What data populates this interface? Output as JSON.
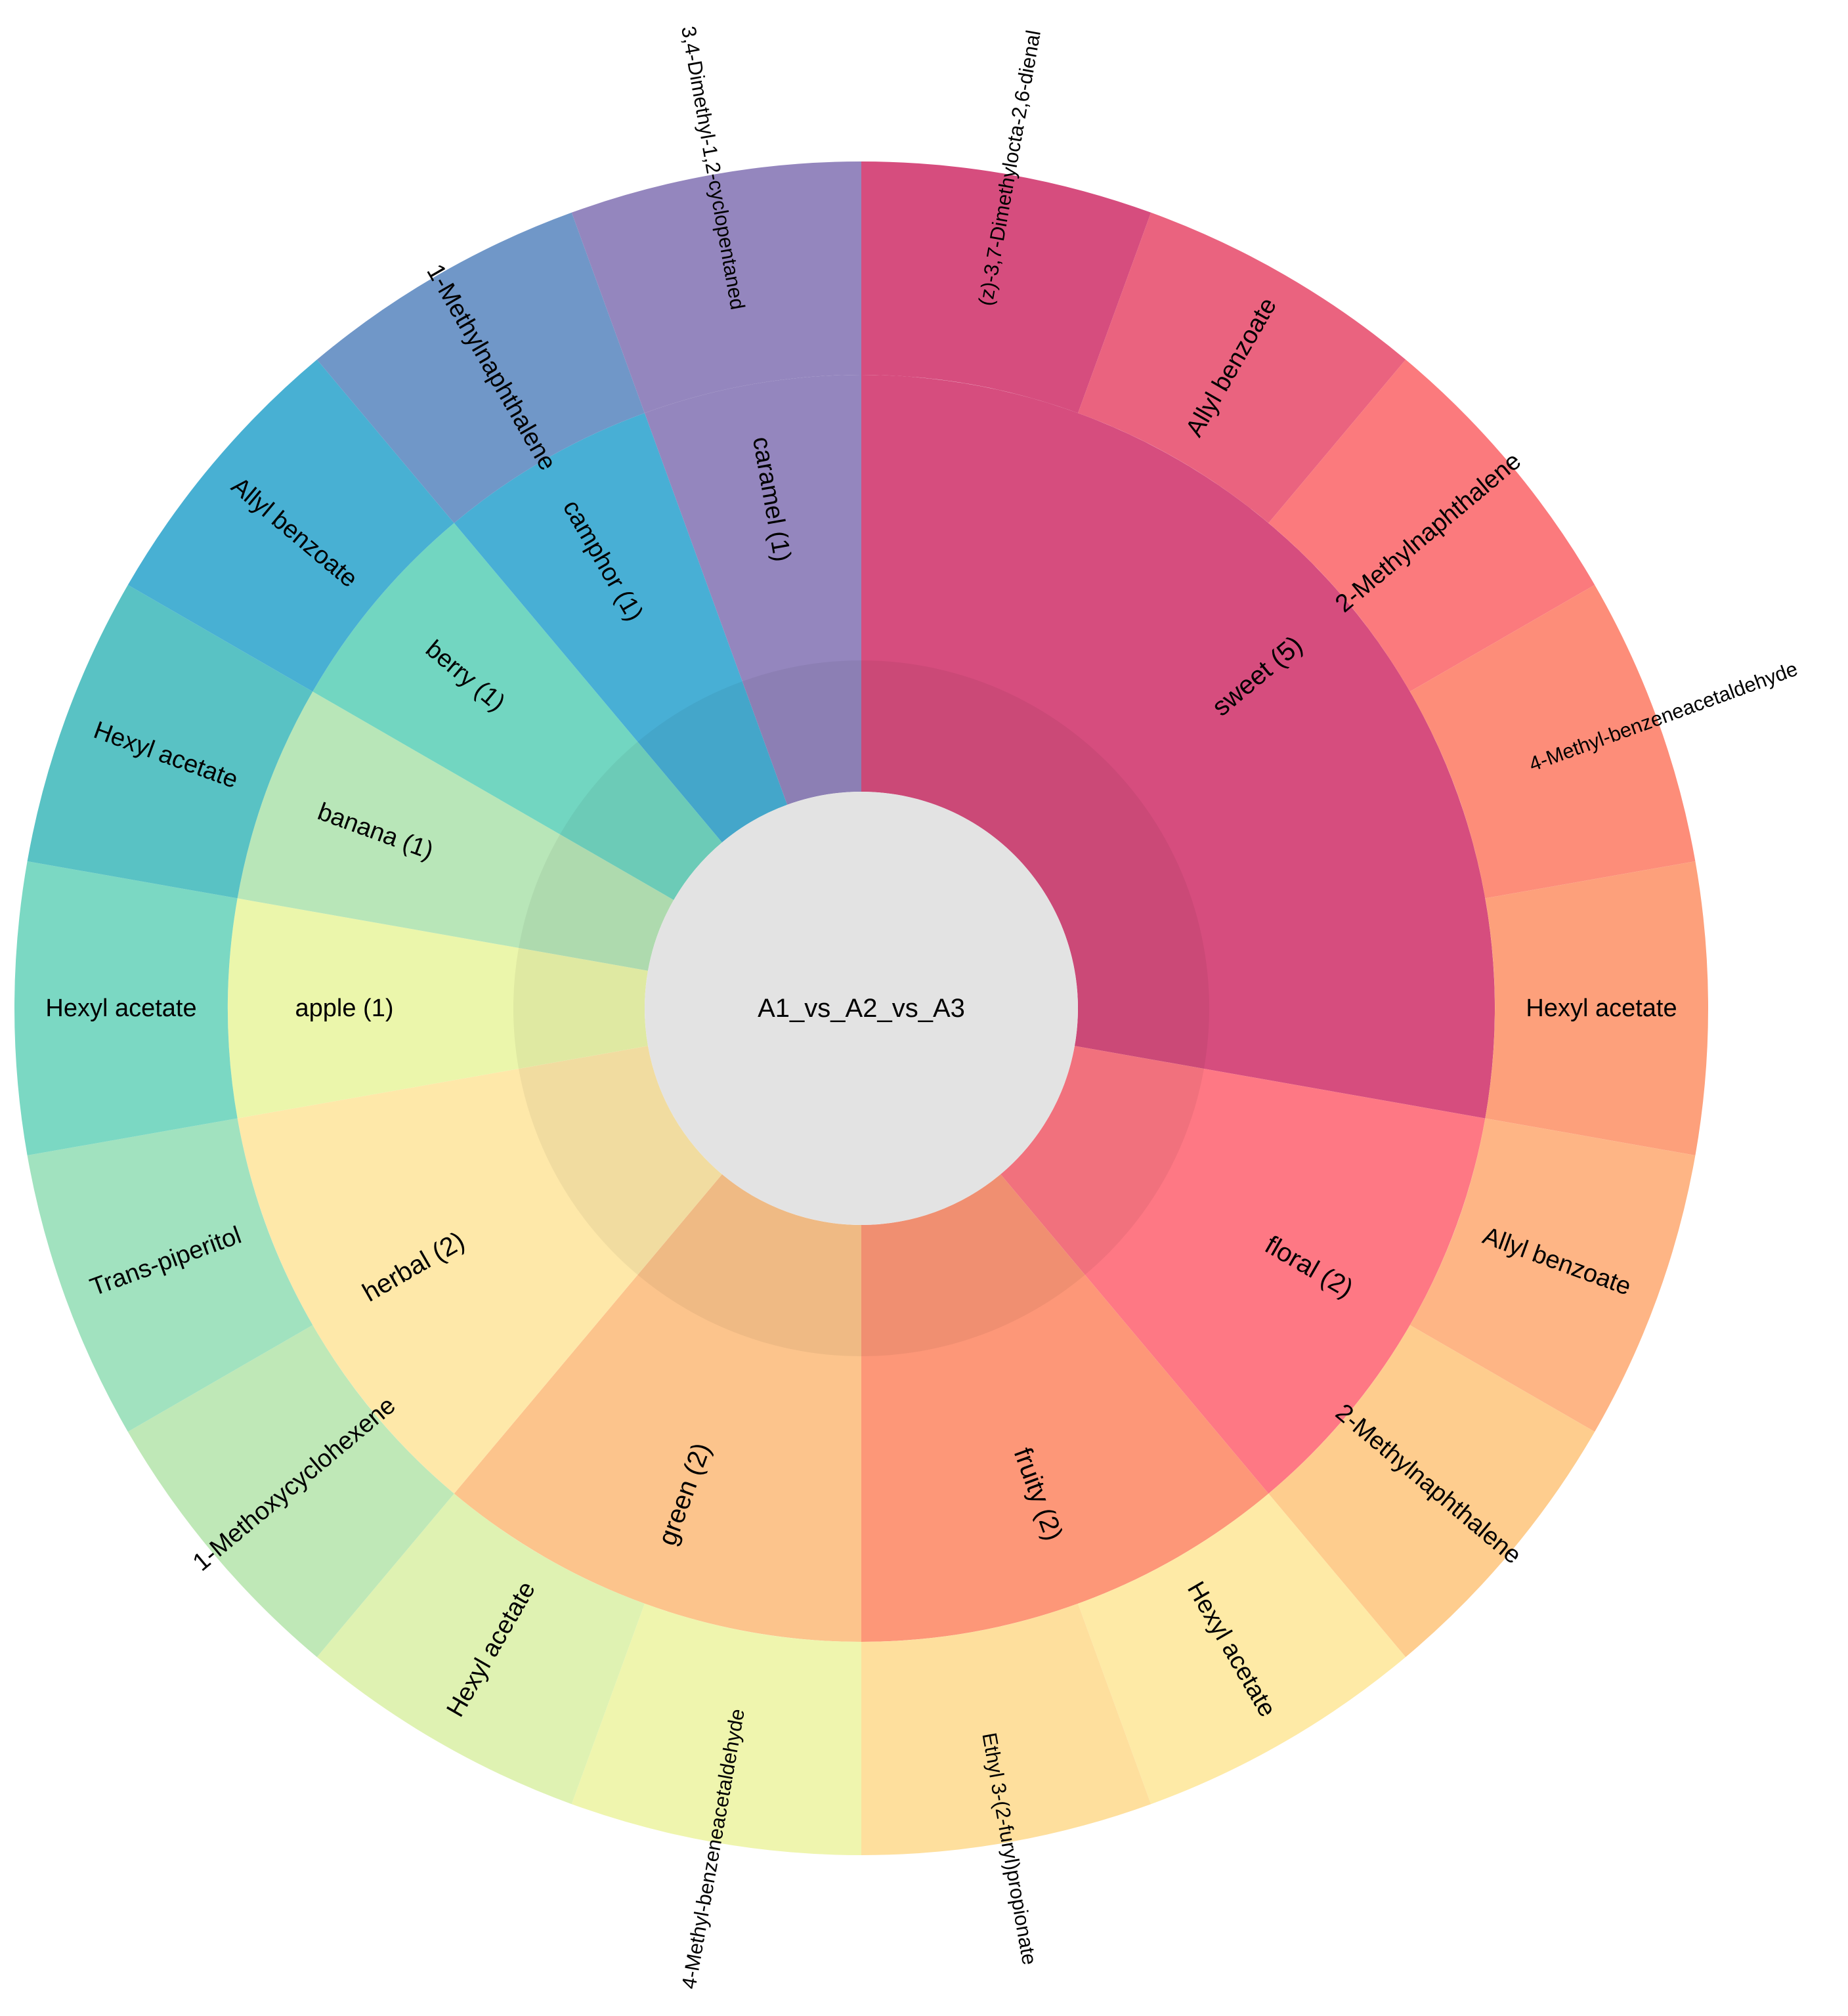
{
  "chart_data": {
    "type": "sunburst",
    "center_label": "A1_vs_A2_vs_A3",
    "center_color": "#e3e3e3",
    "categories": [
      {
        "name": "sweet",
        "label": "sweet (5)",
        "count": 5,
        "color": "#d64d7e",
        "children": [
          {
            "label": "(z)-3,7-Dimethylocta-2,6-dienal",
            "color": "#d64d7e"
          },
          {
            "label": "Allyl benzoate",
            "color": "#ea637f"
          },
          {
            "label": "2-Methylnaphthalene",
            "color": "#fb7a7d"
          },
          {
            "label": "4-Methyl-benzeneacetaldehyde",
            "color": "#fd8d79"
          },
          {
            "label": "Hexyl acetate",
            "color": "#fda07b"
          }
        ]
      },
      {
        "name": "floral",
        "label": "floral (2)",
        "count": 2,
        "color": "#fe7884",
        "children": [
          {
            "label": "Allyl benzoate",
            "color": "#feb585"
          },
          {
            "label": "2-Methylnaphthalene",
            "color": "#fecd8e"
          }
        ]
      },
      {
        "name": "fruity",
        "label": "fruity (2)",
        "count": 2,
        "color": "#fd9778",
        "children": [
          {
            "label": "Hexyl acetate",
            "color": "#feeaa6"
          },
          {
            "label": "Ethyl 3-(2-furyl)propionate",
            "color": "#fedf9d"
          }
        ]
      },
      {
        "name": "green",
        "label": "green (2)",
        "count": 2,
        "color": "#fcc48c",
        "children": [
          {
            "label": "4-Methyl-benzeneacetaldehyde",
            "color": "#eff5ae"
          },
          {
            "label": "Hexyl acetate",
            "color": "#dff2b2"
          }
        ]
      },
      {
        "name": "herbal",
        "label": "herbal (2)",
        "count": 2,
        "color": "#fee8a9",
        "children": [
          {
            "label": "1-Methoxycyclohexene",
            "color": "#bfe8b7"
          },
          {
            "label": "Trans-piperitol",
            "color": "#a1e2bf"
          }
        ]
      },
      {
        "name": "apple",
        "label": "apple (1)",
        "count": 1,
        "color": "#ebf6ab",
        "children": [
          {
            "label": "Hexyl acetate",
            "color": "#7bd8c3"
          }
        ]
      },
      {
        "name": "banana",
        "label": "banana (1)",
        "count": 1,
        "color": "#b8e6b8",
        "children": [
          {
            "label": "Hexyl acetate",
            "color": "#59c2c4"
          }
        ]
      },
      {
        "name": "berry",
        "label": "berry (1)",
        "count": 1,
        "color": "#72d6c1",
        "children": [
          {
            "label": "Allyl benzoate",
            "color": "#48b0d3"
          }
        ]
      },
      {
        "name": "camphor",
        "label": "camphor (1)",
        "count": 1,
        "color": "#48afd5",
        "children": [
          {
            "label": "1-Methylnaphthalene",
            "color": "#7097c8"
          }
        ]
      },
      {
        "name": "caramel",
        "label": "caramel (1)",
        "count": 1,
        "color": "#9486be",
        "children": [
          {
            "label": "3,4-Dimethyl-1,2-cyclopentaned",
            "color": "#9486be"
          }
        ]
      }
    ]
  }
}
